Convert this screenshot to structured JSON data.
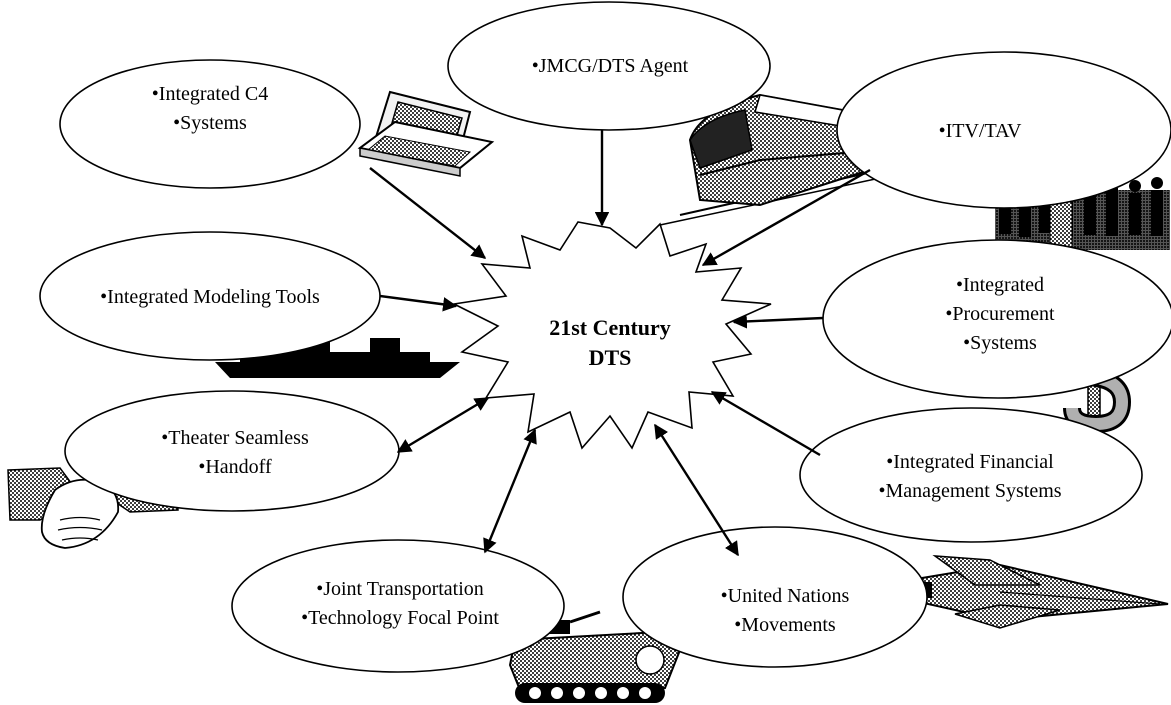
{
  "center": {
    "line1": "21st Century",
    "line2": "DTS"
  },
  "nodes": {
    "c4": {
      "line1": "•Integrated C4",
      "line2": "•Systems"
    },
    "jmcg": {
      "line1": "•JMCG/DTS Agent"
    },
    "itv": {
      "line1": "•ITV/TAV"
    },
    "modeling": {
      "line1": "•Integrated Modeling Tools"
    },
    "procurement": {
      "line1": "•Integrated",
      "line2": "•Procurement",
      "line3": "•Systems"
    },
    "theater": {
      "line1": "•Theater Seamless",
      "line2": "•Handoff"
    },
    "financial": {
      "line1": "•Integrated Financial",
      "line2": "•Management Systems"
    },
    "jtt": {
      "line1": "•Joint Transportation",
      "line2": "•Technology Focal Point"
    },
    "un": {
      "line1": "•United Nations",
      "line2": "•Movements"
    }
  },
  "icons": [
    "computer-terminal-icon",
    "train-icon",
    "crowd-of-people-icon",
    "warship-icon",
    "dollar-sign-icon",
    "handshake-icon",
    "armored-vehicle-icon",
    "fighter-jet-icon"
  ],
  "colors": {
    "ink": "#000000",
    "paper": "#ffffff",
    "halftone": "#8a8a8a"
  }
}
